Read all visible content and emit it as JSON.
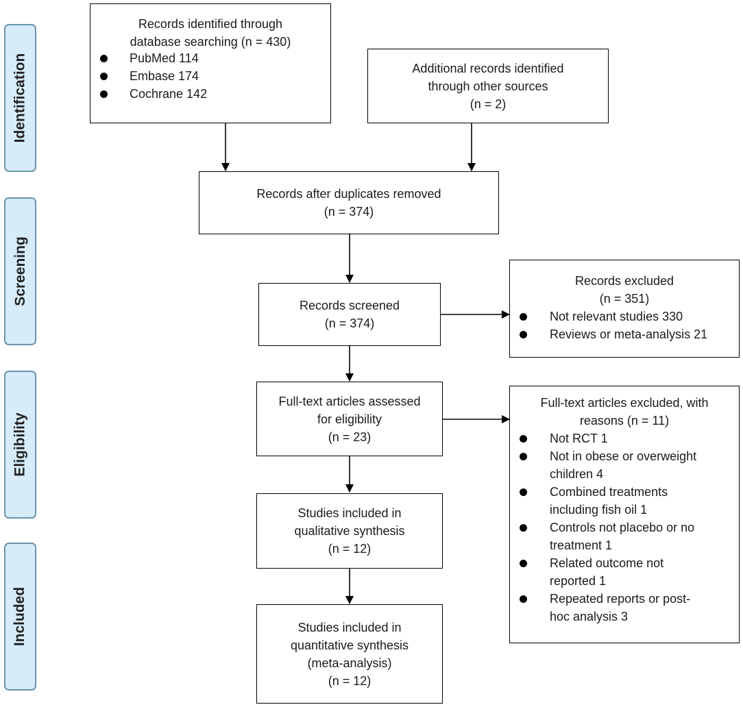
{
  "phases": {
    "identification": "Identification",
    "screening": "Screening",
    "eligibility": "Eligibility",
    "included": "Included"
  },
  "boxes": {
    "database_search": {
      "title_lines": [
        "Records identified through",
        "database searching (n = 430)"
      ],
      "items": [
        "PubMed 114",
        "Embase 174",
        "Cochrane 142"
      ]
    },
    "other_sources": {
      "lines": [
        "Additional records identified",
        "through other sources",
        "(n = 2)"
      ]
    },
    "after_duplicates": {
      "lines": [
        "Records after duplicates removed",
        "(n = 374)"
      ]
    },
    "screened": {
      "lines": [
        "Records screened",
        "(n = 374)"
      ]
    },
    "excluded": {
      "title_lines": [
        "Records excluded",
        "(n = 351)"
      ],
      "items": [
        "Not relevant studies 330",
        "Reviews or meta-analysis 21"
      ]
    },
    "full_text_assessed": {
      "lines": [
        "Full-text articles assessed",
        "for eligibility",
        "(n = 23)"
      ]
    },
    "full_text_excluded": {
      "title_lines": [
        "Full-text articles excluded, with",
        "reasons (n = 11)"
      ],
      "items": [
        [
          "Not RCT 1"
        ],
        [
          "Not in obese or overweight",
          "children 4"
        ],
        [
          "Combined treatments",
          "including fish oil 1"
        ],
        [
          "Controls not placebo or no",
          "treatment 1"
        ],
        [
          "Related outcome not",
          "reported 1"
        ],
        [
          "Repeated reports or post-",
          "hoc analysis 3"
        ]
      ]
    },
    "qualitative": {
      "lines": [
        "Studies included in",
        "qualitative synthesis",
        "(n = 12)"
      ]
    },
    "quantitative": {
      "lines": [
        "Studies included in",
        "quantitative synthesis",
        "(meta-analysis)",
        "(n = 12)"
      ]
    }
  }
}
